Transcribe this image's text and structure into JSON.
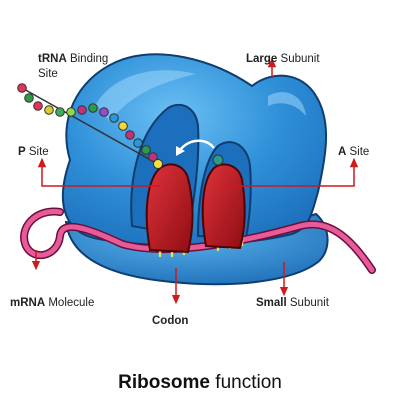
{
  "labels": {
    "trna_bold": "tRNA",
    "trna_rest": "Binding",
    "trna_line2": "Site",
    "large_bold": "Large",
    "large_rest": "Subunit",
    "p_bold": "P",
    "p_rest": "Site",
    "a_bold": "A",
    "a_rest": "Site",
    "mrna_bold": "mRNA",
    "mrna_rest": "Molecule",
    "codon": "Codon",
    "small_bold": "Small",
    "small_rest": "Subunit"
  },
  "title": {
    "bold": "Ribosome",
    "rest": "function"
  },
  "colors": {
    "ribosome_blue": "#2a8fd8",
    "ribosome_dark": "#16508f",
    "trna_red": "#b4161e",
    "mrna_pink": "#e85b9a",
    "arrow_red": "#d0191b"
  }
}
